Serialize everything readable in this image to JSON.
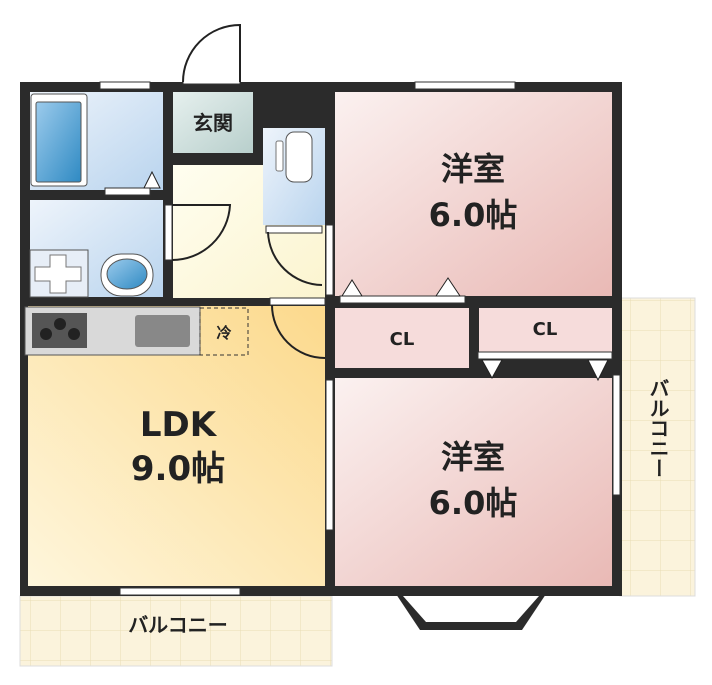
{
  "rooms": {
    "entrance": "玄関",
    "western_top": {
      "name": "洋室",
      "size": "6.0帖"
    },
    "western_bottom": {
      "name": "洋室",
      "size": "6.0帖"
    },
    "ldk": {
      "name": "LDK",
      "size": "9.0帖"
    },
    "closet_left": "CL",
    "closet_right": "CL",
    "fridge": "冷",
    "balcony_bottom": "バルコニー",
    "balcony_right": "バルコニー"
  },
  "colors": {
    "wall": "#2b2b2b",
    "western": "#f0c8c4",
    "ldk": "#fde3a6",
    "wet": "#cfe1f2",
    "balcony": "#f5ecd2"
  }
}
